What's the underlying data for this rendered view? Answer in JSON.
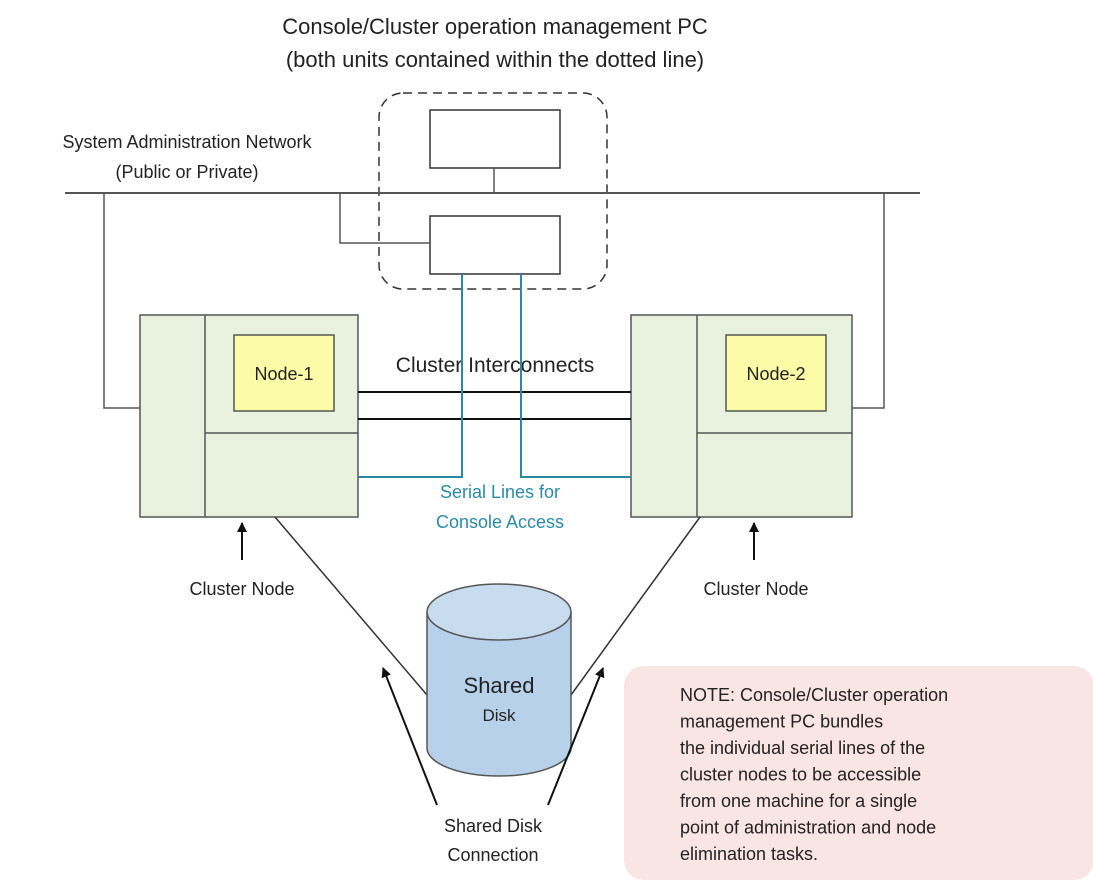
{
  "title": {
    "line1": "Console/Cluster operation management PC",
    "line2": "(both units contained within the dotted line)"
  },
  "network": {
    "line1": "System Administration Network",
    "line2": "(Public or Private)"
  },
  "nodes": {
    "node1_label": "Node-1",
    "node2_label": "Node-2",
    "caption_left": "Cluster Node",
    "caption_right": "Cluster Node"
  },
  "interconnect_label": "Cluster Interconnects",
  "serial": {
    "line1": "Serial Lines for",
    "line2": "Console Access"
  },
  "disk": {
    "line1": "Shared",
    "line2": "Disk"
  },
  "disk_connection": {
    "line1": "Shared Disk",
    "line2": "Connection"
  },
  "note": {
    "lines": [
      "NOTE: Console/Cluster operation",
      "management PC bundles",
      "the individual serial lines of the",
      "cluster nodes to be accessible",
      "from one machine for a single",
      "point of administration and node",
      "elimination tasks."
    ]
  },
  "colors": {
    "serial_line": "#2a8aa6",
    "node_panel": "#e9f1df",
    "node_label_bg": "#fbfba8",
    "disk_fill": "#b7d1ea",
    "note_bg": "#fae5e5"
  }
}
